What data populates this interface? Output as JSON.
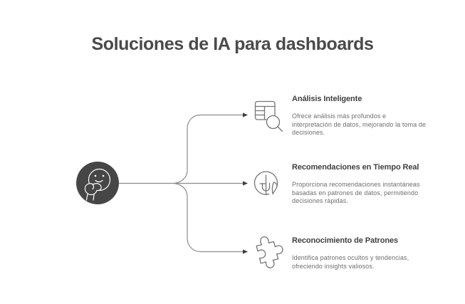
{
  "page": {
    "title": "Soluciones de IA para dashboards"
  },
  "colors": {
    "background": "#ffffff",
    "title": "#4a4a4a",
    "heading": "#3f3f3f",
    "body_text": "#6e6e6e",
    "connector_line": "#8c8c8c",
    "arrowhead": "#3f3f3f",
    "icon_stroke": "#757575",
    "center_circle_fill": "#464646",
    "center_face_stroke": "#ffffff"
  },
  "center": {
    "icon": "thinking-face-icon"
  },
  "items": [
    {
      "icon": "table-search-icon",
      "title": "Análisis Inteligente",
      "description": "Ofrece análisis más profundos e interpretación de datos, mejorando la toma de decisiones."
    },
    {
      "icon": "realtime-clock-icon",
      "title": "Recomendaciones en Tiempo Real",
      "description": "Proporciona recomendaciones instantáneas basadas en patrones de datos, permitiendo decisiones rápidas."
    },
    {
      "icon": "puzzle-icon",
      "title": "Reconocimiento de Patrones",
      "description": "Identifica patrones ocultos y tendencias, ofreciendo insights valiosos."
    }
  ]
}
